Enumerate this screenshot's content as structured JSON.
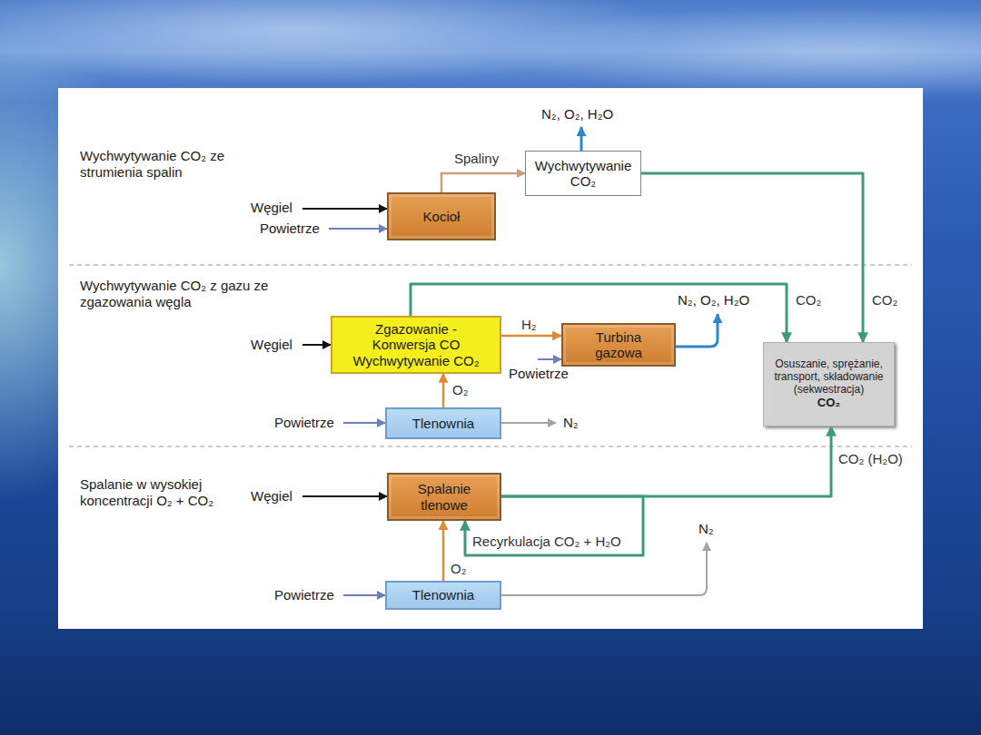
{
  "diagram": {
    "nodes": [
      {
        "text": [
          "Kocioł"
        ]
      },
      {
        "text": [
          "Wychwytywanie CO₂"
        ]
      },
      {
        "text": [
          "Zgazowanie - Konwersja CO Wychwytywanie CO₂"
        ]
      },
      {
        "text": [
          "Turbina gazowa"
        ]
      },
      {
        "text": [
          "Tlenownia"
        ]
      },
      {
        "text": [
          "Osuszanie, sprężanie, transport, składowanie (sekwestracja)",
          "CO₂"
        ]
      },
      {
        "text": [
          "Spalanie tlenowe"
        ]
      },
      {
        "text": [
          "Tlenownia"
        ]
      }
    ],
    "edges": [
      {
        "from": 0,
        "to": 1,
        "label": "Spaliny",
        "arrow": "to"
      },
      {
        "from": 1,
        "to": 5,
        "label": "CO₂",
        "arrow": "to"
      },
      {
        "from": 2,
        "to": 3,
        "label": "H₂",
        "arrow": "to"
      },
      {
        "from": 2,
        "to": 5,
        "label": "CO₂",
        "arrow": "to"
      },
      {
        "from": 4,
        "to": 2,
        "label": "O₂",
        "arrow": "to"
      },
      {
        "from": 6,
        "to": 5,
        "label": "CO₂ (H₂O)",
        "arrow": "to"
      },
      {
        "from": 7,
        "to": 6,
        "label": "O₂",
        "arrow": "to"
      },
      {
        "from": 6,
        "to": 6,
        "label": "Recyrkulacja CO₂ + H₂O",
        "arrow": "to"
      }
    ],
    "labels": [
      "Wychwytywanie CO₂ ze strumienia spalin",
      "Węgiel",
      "Powietrze",
      "N₂, O₂, H₂O",
      "Wychwytywanie CO₂ z gazu ze zgazowania węgla",
      "Węgiel",
      "Powietrze",
      "N₂, O₂, H₂O",
      "Powietrze",
      "N₂",
      "Spalanie w wysokiej koncentracji O₂ + CO₂",
      "Węgiel",
      "Powietrze",
      "N₂"
    ]
  }
}
